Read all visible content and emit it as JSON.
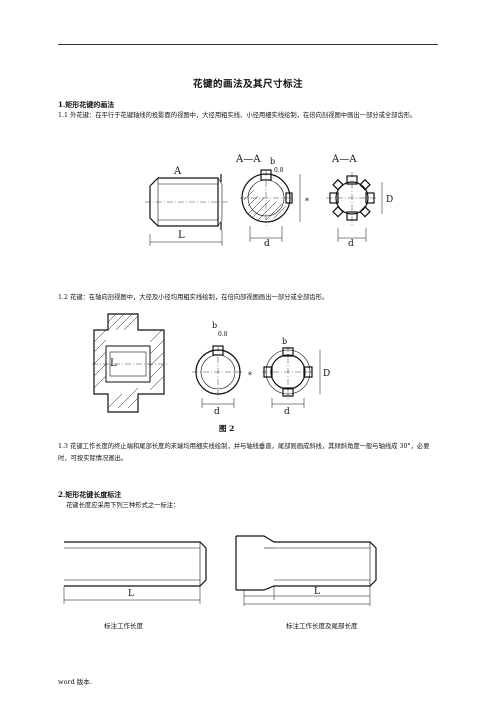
{
  "doc": {
    "title": "花键的画法及其尺寸标注",
    "s1_heading": "1.矩形花键的画法",
    "s1_p1": "1.1 外花键：在平行于花键轴线的投影面的视图中，大径用粗实线、小径用细实线绘制，在倍向剖视图中画出一部分或全部齿形。",
    "s1_p2": "1.2 花键：在轴向剖视图中，大径及小径均用粗实线绘制，在倍向部视图画出一部分或全部齿形。",
    "fig2_label": "图 2",
    "s1_p3": "1.3 花键工作长度的终止端和尾部长度的末端均用细实线绘制，并与轴线垂直，尾部则画成斜线，其倾斜角度一般与轴线成 30°，必要时，可按实际情况画出。",
    "s2_heading": "2.矩形花键长度标注",
    "s2_p1": "花键长度应采用下列三种形式之一标注：",
    "cap_left": "标注工作长度",
    "cap_right": "标注工作长度及尾部长度",
    "footer": "word 版本."
  },
  "fig_labels": {
    "a1": "A",
    "section": "A—A",
    "b": "b",
    "ratio": "0.8",
    "d": "d",
    "D": "D",
    "L": "L",
    "star": "*"
  }
}
